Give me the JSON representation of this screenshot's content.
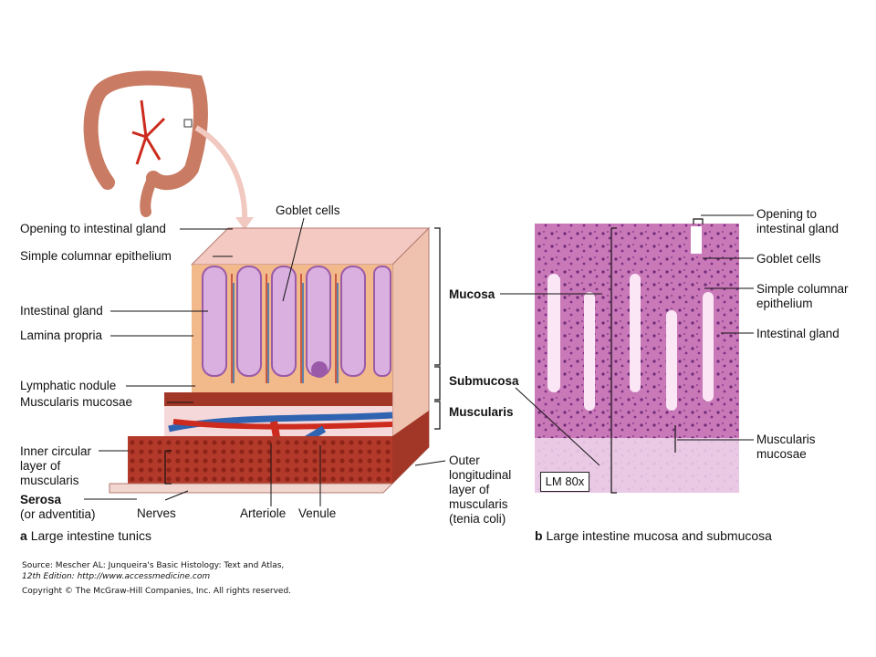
{
  "labels_left": {
    "opening_gland": "Opening to intestinal gland",
    "simple_columnar": "Simple columnar epithelium",
    "intestinal_gland": "Intestinal gland",
    "lamina_propria": "Lamina propria",
    "lymphatic_nodule": "Lymphatic nodule",
    "muscularis_mucosae": "Muscularis mucosae",
    "inner_circular_1": "Inner circular",
    "inner_circular_2": "layer of",
    "inner_circular_3": "muscularis",
    "serosa": "Serosa",
    "serosa_alt": "(or adventitia)"
  },
  "labels_bottom": {
    "goblet_cells": "Goblet cells",
    "nerves": "Nerves",
    "arteriole": "Arteriole",
    "venule": "Venule",
    "outer_1": "Outer",
    "outer_2": "longitudinal",
    "outer_3": "layer of",
    "outer_4": "muscularis",
    "outer_5": "(tenia coli)"
  },
  "layers": {
    "mucosa": "Mucosa",
    "submucosa": "Submucosa",
    "muscularis": "Muscularis"
  },
  "labels_right": {
    "opening_1": "Opening to",
    "opening_2": "intestinal gland",
    "goblet": "Goblet cells",
    "simple_1": "Simple columnar",
    "simple_2": "epithelium",
    "gland": "Intestinal gland",
    "mm_1": "Muscularis",
    "mm_2": "mucosae"
  },
  "micrograph": {
    "magnification": "LM 80x"
  },
  "captions": {
    "a_letter": "a",
    "a_text": "Large intestine tunics",
    "b_letter": "b",
    "b_text": "Large intestine mucosa and submucosa"
  },
  "source": {
    "line1": "Source: Mescher AL: Junqueira's Basic Histology: Text and Atlas,",
    "line2": "12th Edition: http://www.accessmedicine.com",
    "line3": "Copyright © The McGraw-Hill Companies, Inc. All rights reserved."
  }
}
